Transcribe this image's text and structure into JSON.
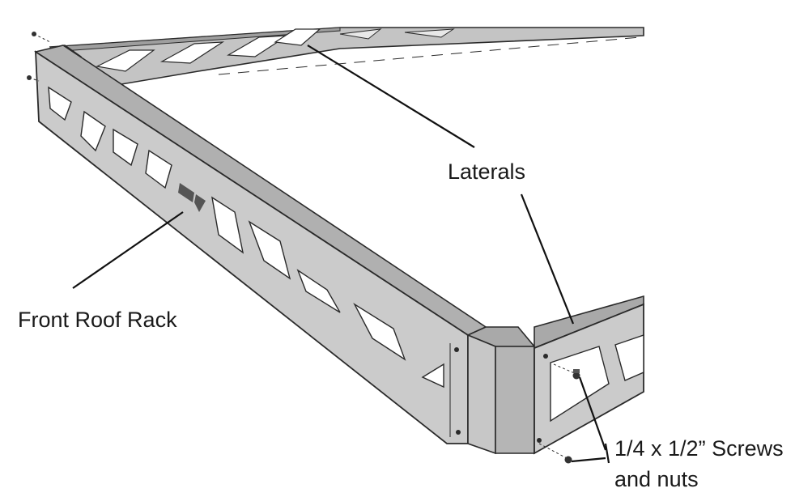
{
  "labels": {
    "laterals": "Laterals",
    "front_roof_rack": "Front Roof Rack",
    "screws_line1": "1/4 x 1/2” Screws",
    "screws_line2": "and nuts"
  },
  "colors": {
    "metal_face": "#c9c9c9",
    "metal_top": "#b4b4b4",
    "metal_dark": "#8f8f8f",
    "outline": "#2a2a2a",
    "cutout": "#ffffff",
    "leader_line": "#111111"
  }
}
